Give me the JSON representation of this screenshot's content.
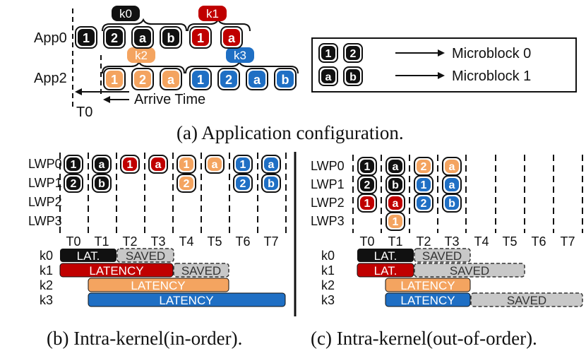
{
  "colors": {
    "black": "#111111",
    "red": "#c00000",
    "orange": "#f4a460",
    "blue": "#1f6fc4",
    "saved_fill": "#c8c8c8",
    "saved_text": "#333333"
  },
  "part_a": {
    "caption": "(a) Application configuration.",
    "apps": [
      {
        "label": "App0",
        "blocks": [
          "1",
          "2",
          "a",
          "b",
          "1",
          "a"
        ]
      },
      {
        "label": "App2",
        "blocks": [
          "1",
          "2",
          "a",
          "1",
          "2",
          "a",
          "b"
        ]
      }
    ],
    "kernels": [
      "k0",
      "k1",
      "k2",
      "k3"
    ],
    "arrive_time_label": "Arrive Time",
    "t0_label": "T0",
    "legend": [
      {
        "blocks": [
          "1",
          "2"
        ],
        "text": "Microblock 0"
      },
      {
        "blocks": [
          "a",
          "b"
        ],
        "text": "Microblock 1"
      }
    ]
  },
  "part_b": {
    "caption": "(b) Intra-kernel(in-order).",
    "lwps": [
      "LWP0",
      "LWP1",
      "LWP2",
      "LWP3"
    ],
    "times": [
      "T0",
      "T1",
      "T2",
      "T3",
      "T4",
      "T5",
      "T6",
      "T7"
    ],
    "kernels": [
      "k0",
      "k1",
      "k2",
      "k3"
    ],
    "bars": [
      {
        "kernel": "k0",
        "label": "LAT.",
        "saved": "SAVED"
      },
      {
        "kernel": "k1",
        "label": "LATENCY",
        "saved": "SAVED"
      },
      {
        "kernel": "k2",
        "label": "LATENCY",
        "saved": ""
      },
      {
        "kernel": "k3",
        "label": "LATENCY",
        "saved": ""
      }
    ]
  },
  "part_c": {
    "caption": "(c) Intra-kernel(out-of-order).",
    "lwps": [
      "LWP0",
      "LWP1",
      "LWP2",
      "LWP3"
    ],
    "times": [
      "T0",
      "T1",
      "T2",
      "T3",
      "T4",
      "T5",
      "T6",
      "T7"
    ],
    "kernels": [
      "k0",
      "k1",
      "k2",
      "k3"
    ],
    "bars": [
      {
        "kernel": "k0",
        "label": "LAT.",
        "saved": "SAVED"
      },
      {
        "kernel": "k1",
        "label": "LAT.",
        "saved": "SAVED"
      },
      {
        "kernel": "k2",
        "label": "LATENCY",
        "saved": ""
      },
      {
        "kernel": "k3",
        "label": "LATENCY",
        "saved": "SAVED"
      }
    ]
  }
}
